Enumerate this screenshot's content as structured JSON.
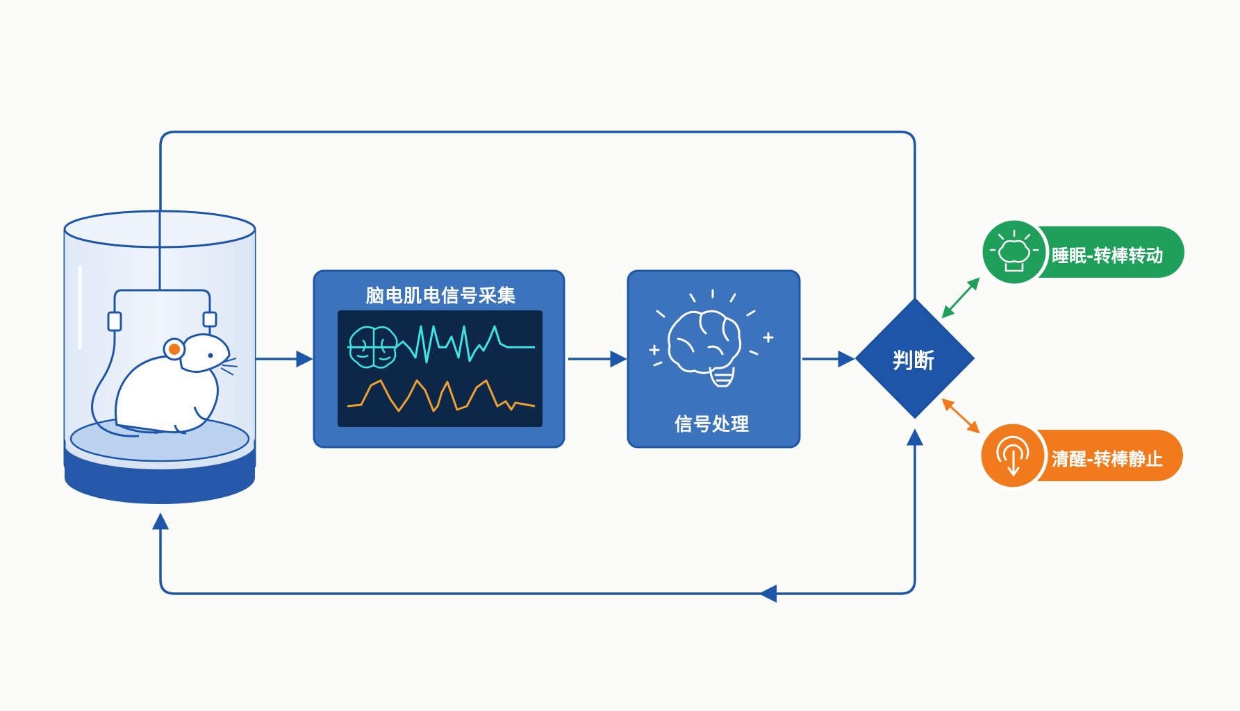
{
  "nodes": {
    "acquisition": {
      "label": "脑电肌电信号采集"
    },
    "processing": {
      "label": "信号处理"
    },
    "decision": {
      "label": "判断"
    }
  },
  "outcomes": {
    "sleep": {
      "label": "睡眠-转棒转动",
      "icon": "brain-rotor-icon",
      "color": "#1fa05a"
    },
    "wake": {
      "label": "清醒-转棒静止",
      "icon": "touch-icon",
      "color": "#f07a1c"
    }
  },
  "colors": {
    "primary": "#1d56a8",
    "panel": "#3b74bd",
    "screen": "#0c2748",
    "eeg_wave": "#3fe3e0",
    "emg_wave": "#f0a030"
  }
}
